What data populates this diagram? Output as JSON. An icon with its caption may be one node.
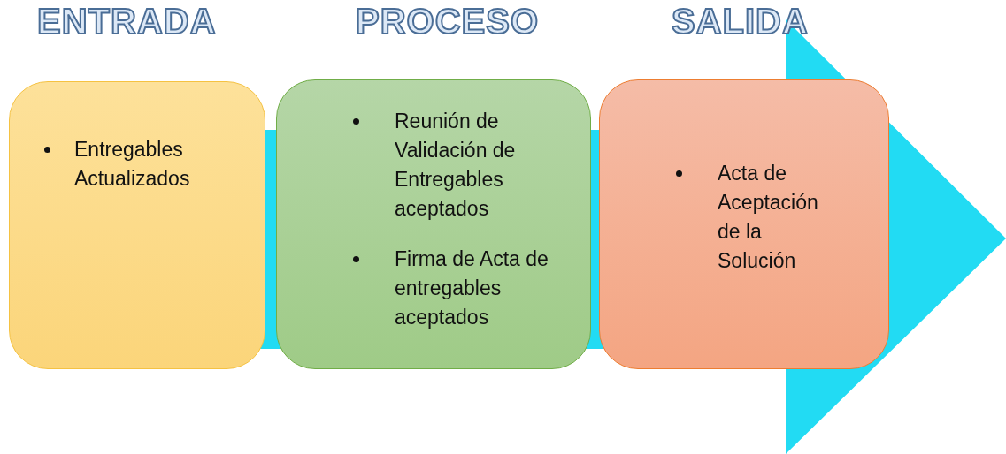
{
  "diagram": {
    "nodes": [
      {
        "text": [
          "ENTRADA",
          "Entregables Actualizados"
        ]
      },
      {
        "text": [
          "PROCESO",
          "Reunión de Validación de Entregables aceptados",
          "Firma de Acta de entregables aceptados"
        ]
      },
      {
        "text": [
          "SALIDA",
          "Acta de Aceptación de la Solución"
        ]
      }
    ]
  }
}
